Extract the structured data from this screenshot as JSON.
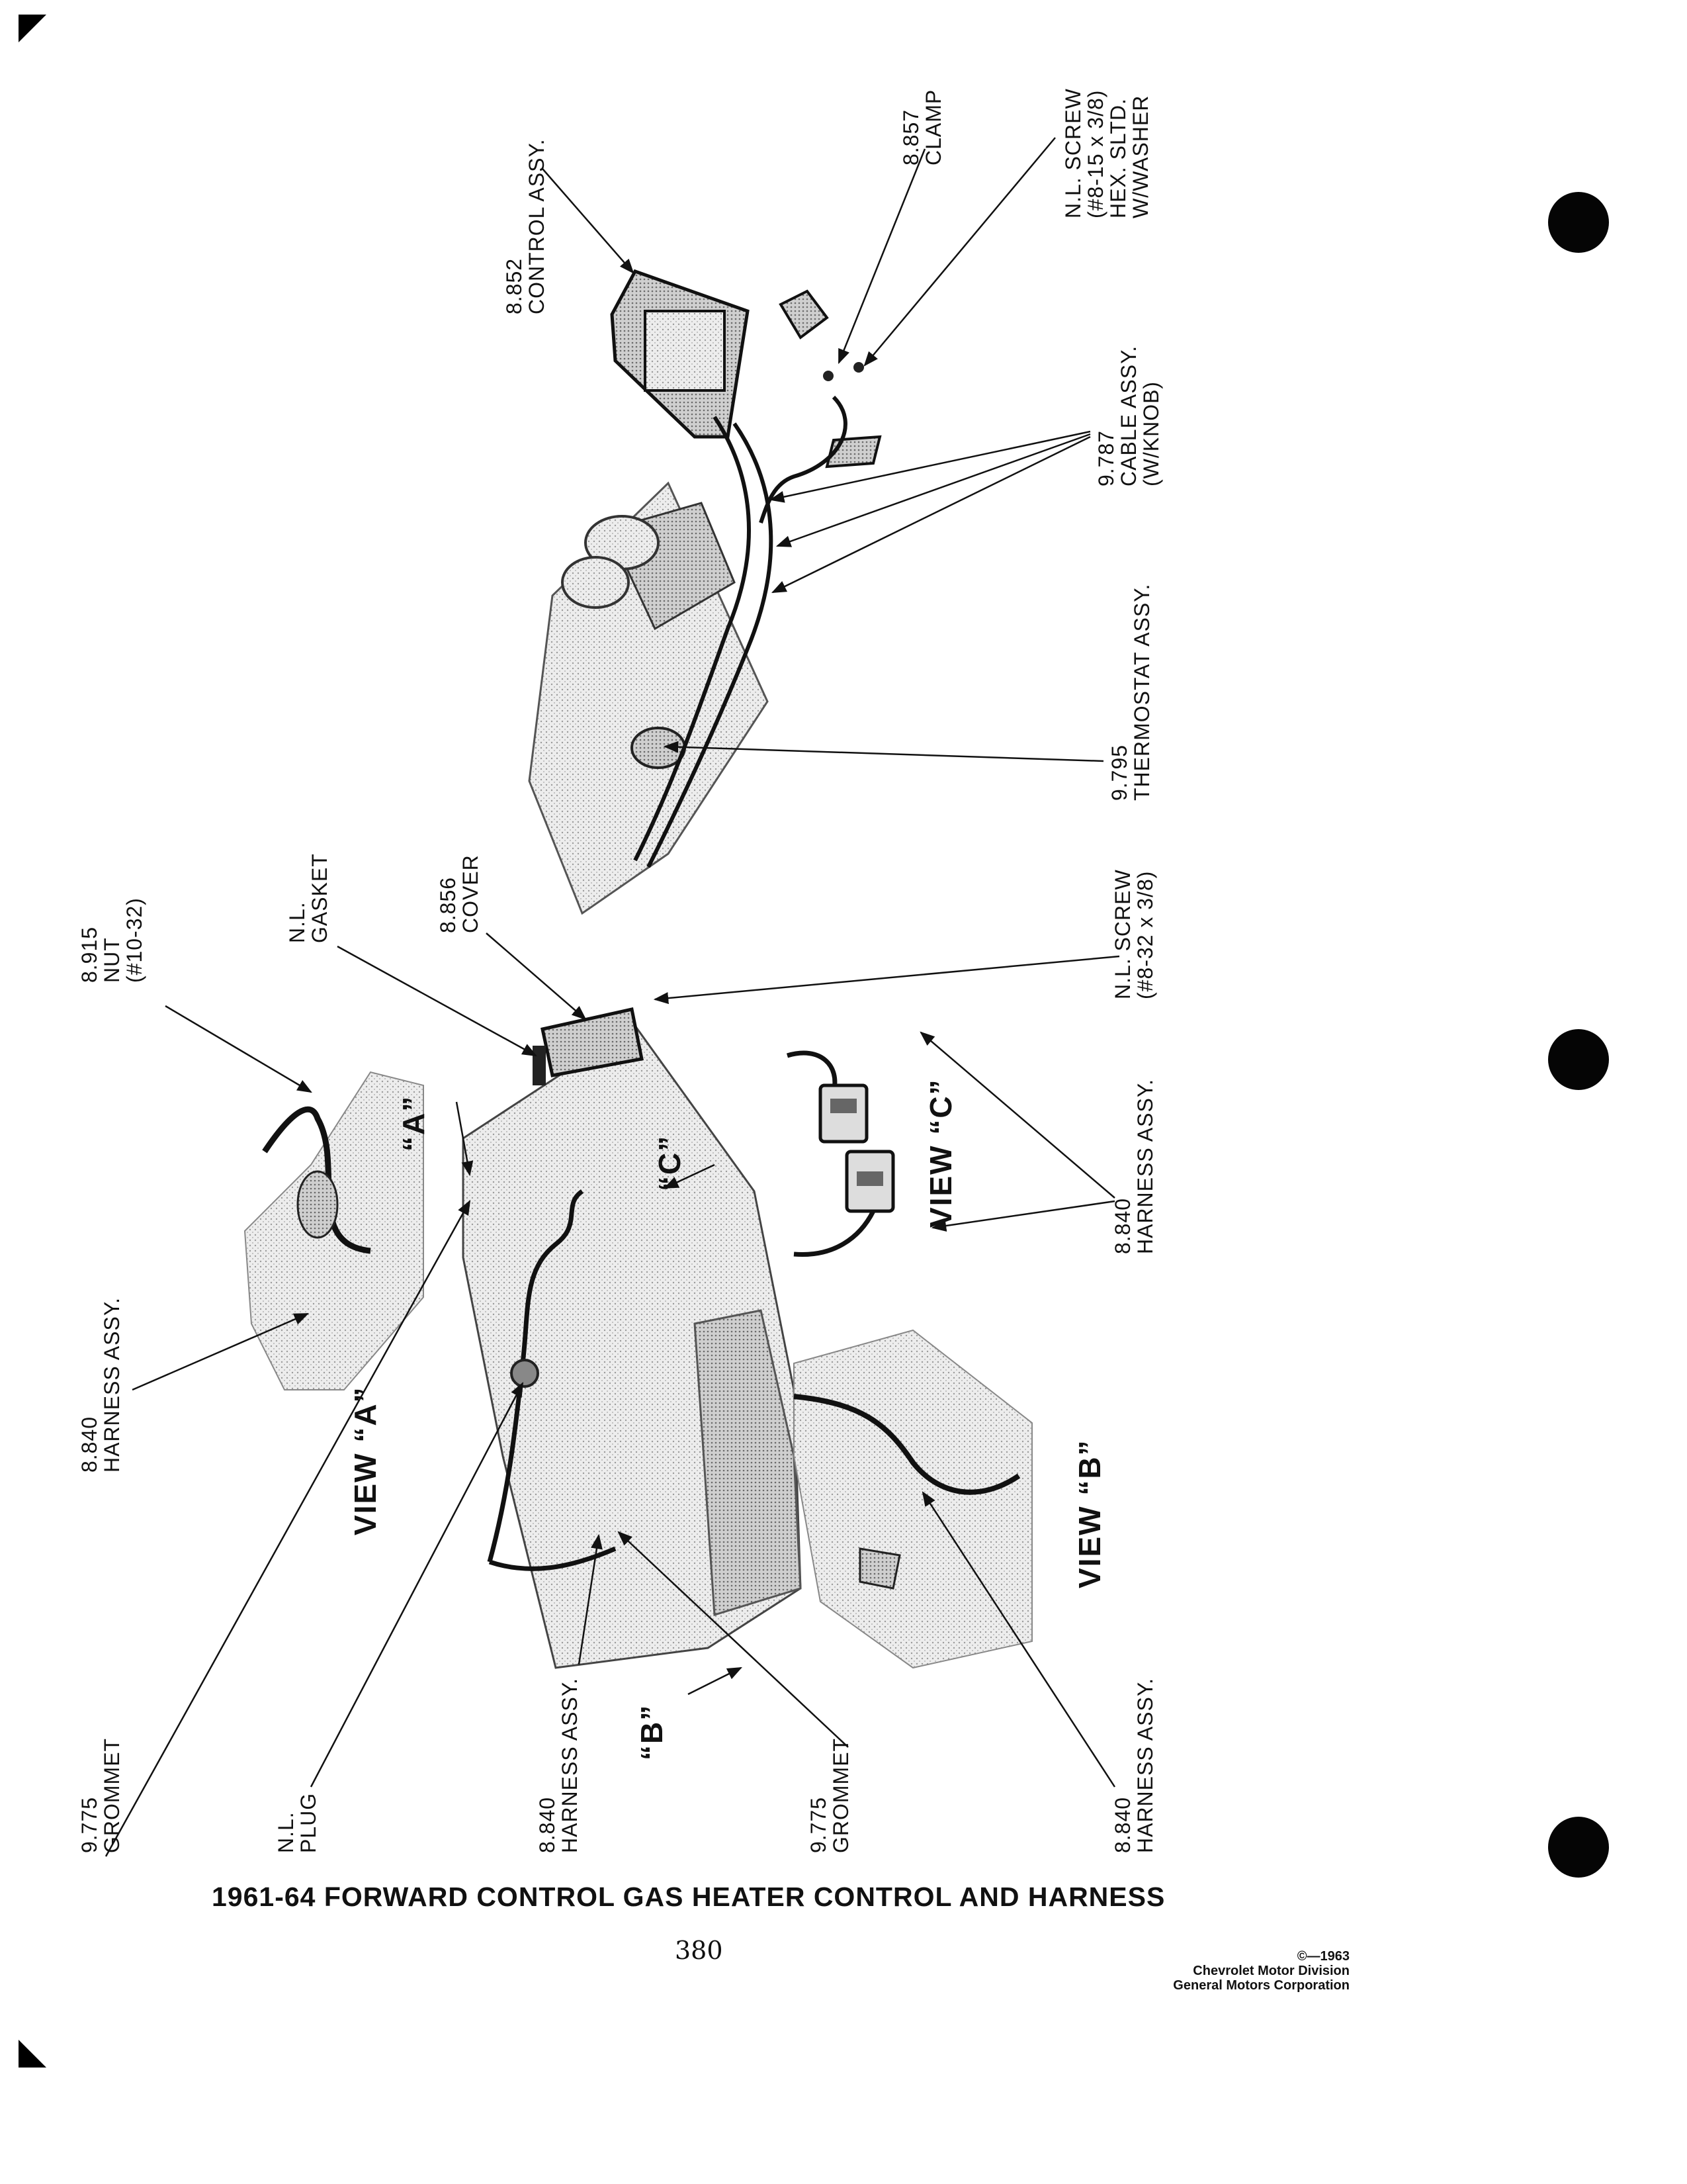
{
  "page": {
    "title": "1961-64 FORWARD CONTROL GAS HEATER CONTROL AND HARNESS",
    "page_number": "380",
    "copyright": [
      "©—1963",
      "Chevrolet Motor Division",
      "General Motors Corporation"
    ]
  },
  "callouts": {
    "control_assy": [
      "8.852",
      "CONTROL ASSY."
    ],
    "clamp": [
      "8.857",
      "CLAMP"
    ],
    "nl_screw_hex": [
      "N.L. SCREW",
      "(#8-15 x 3/8)",
      "HEX. SLTD.",
      "W/WASHER"
    ],
    "cable_assy": [
      "9.787",
      "CABLE ASSY.",
      "(W/KNOB)"
    ],
    "thermostat_assy": [
      "9.795",
      "THERMOSTAT ASSY."
    ],
    "nut": [
      "8.915",
      "NUT",
      "(#10-32)"
    ],
    "gasket": [
      "N.L.",
      "GASKET"
    ],
    "cover": [
      "8.856",
      "COVER"
    ],
    "nl_screw_8_32": [
      "N.L. SCREW",
      "(#8-32 x 3/8)"
    ],
    "harness_view_c": [
      "8.840",
      "HARNESS ASSY."
    ],
    "harness_view_a": [
      "8.840",
      "HARNESS ASSY."
    ],
    "grommet_left": [
      "9.775",
      "GROMMET"
    ],
    "plug": [
      "N.L.",
      "PLUG"
    ],
    "harness_center": [
      "8.840",
      "HARNESS ASSY."
    ],
    "grommet_right": [
      "9.775",
      "GROMMET"
    ],
    "harness_view_b": [
      "8.840",
      "HARNESS ASSY."
    ]
  },
  "view_labels": {
    "view_a": "VIEW “A”",
    "view_b": "VIEW “B”",
    "view_c": "VIEW “C”",
    "ref_a": "“A”",
    "ref_b": "“B”",
    "ref_c": "“C”"
  }
}
